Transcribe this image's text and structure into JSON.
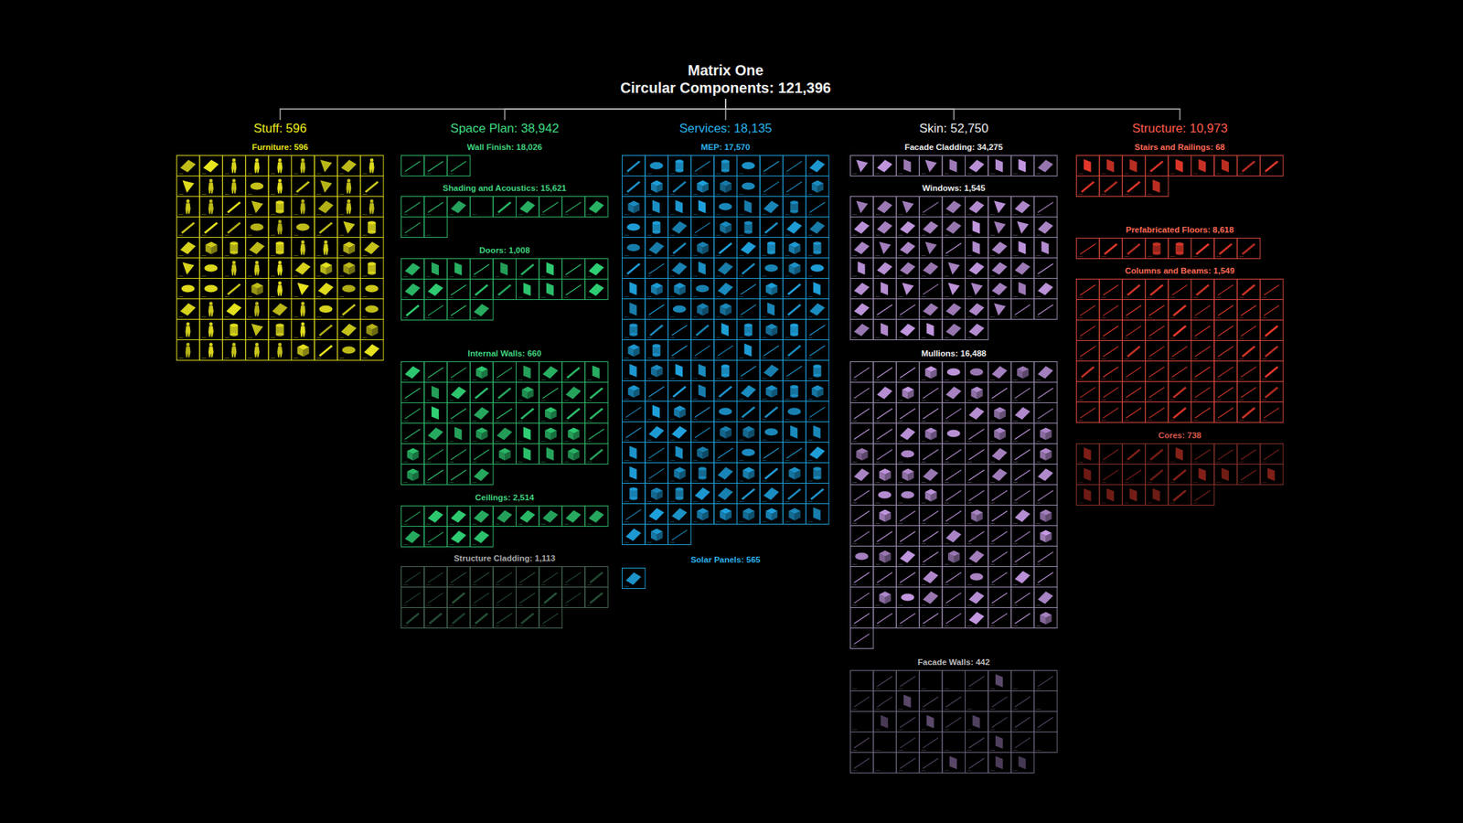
{
  "diagram": {
    "nodes": [
      {
        "text": [
          "Matrix One",
          "Circular Components: 121,396"
        ]
      },
      {
        "text": [
          "Stuff: 596"
        ]
      },
      {
        "text": [
          "Furniture: 596"
        ],
        "in": 1
      },
      {
        "text": [
          "Space Plan: 38,942"
        ]
      },
      {
        "text": [
          "Wall Finish: 18,026"
        ],
        "in": 3
      },
      {
        "text": [
          "Shading and Acoustics: 15,621"
        ],
        "in": 3
      },
      {
        "text": [
          "Doors: 1,008"
        ],
        "in": 3
      },
      {
        "text": [
          "Internal Walls: 660"
        ],
        "in": 3
      },
      {
        "text": [
          "Ceilings: 2,514"
        ],
        "in": 3
      },
      {
        "text": [
          "Structure Cladding: 1,113"
        ],
        "in": 3
      },
      {
        "text": [
          "Services: 18,135"
        ]
      },
      {
        "text": [
          "MEP: 17,570"
        ],
        "in": 10
      },
      {
        "text": [
          "Solar Panels: 565"
        ],
        "in": 10
      },
      {
        "text": [
          "Skin: 52,750"
        ]
      },
      {
        "text": [
          "Facade Cladding: 34,275"
        ],
        "in": 13
      },
      {
        "text": [
          "Windows: 1,545"
        ],
        "in": 13
      },
      {
        "text": [
          "Mullions: 16,488"
        ],
        "in": 13
      },
      {
        "text": [
          "Facade Walls: 442"
        ],
        "in": 13
      },
      {
        "text": [
          "Structure: 10,973"
        ]
      },
      {
        "text": [
          "Stairs and Railings: 68"
        ],
        "in": 18
      },
      {
        "text": [
          "Prefabricated Floors: 8,618"
        ],
        "in": 18
      },
      {
        "text": [
          "Columns and Beams: 1,549"
        ],
        "in": 18
      },
      {
        "text": [
          "Cores: 738"
        ],
        "in": 18
      }
    ],
    "edges": [
      {
        "from": 0,
        "to": 1,
        "arrow": "none"
      },
      {
        "from": 0,
        "to": 3,
        "arrow": "none"
      },
      {
        "from": 0,
        "to": 10,
        "arrow": "none"
      },
      {
        "from": 0,
        "to": 13,
        "arrow": "none"
      },
      {
        "from": 0,
        "to": 18,
        "arrow": "none"
      }
    ]
  }
}
